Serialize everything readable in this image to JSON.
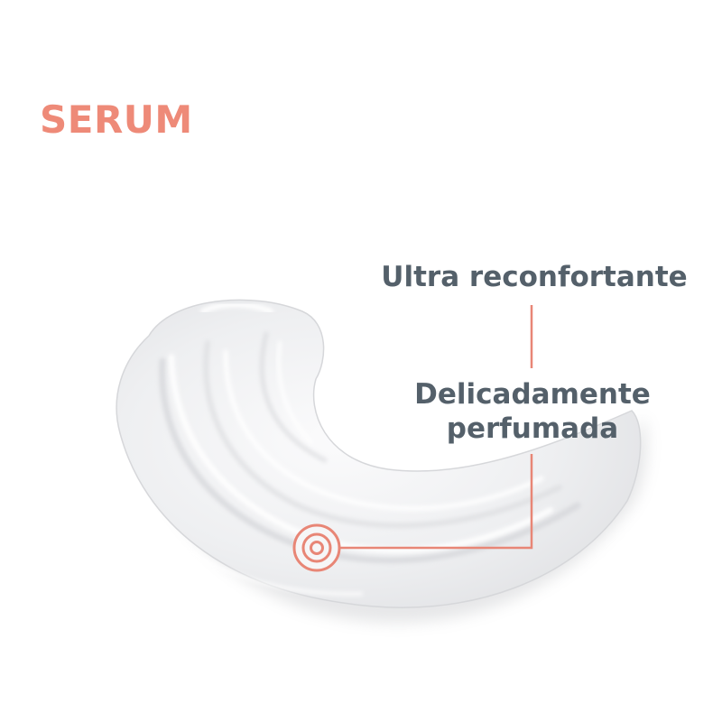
{
  "title": "SERUM",
  "features": [
    {
      "label": "Ultra reconfortante"
    },
    {
      "line1": "Delicadamente",
      "line2": "perfumada"
    }
  ],
  "colors": {
    "accent": "#ee8a78",
    "text": "#54606a",
    "background": "#ffffff",
    "cream": "#f2f2f3"
  }
}
